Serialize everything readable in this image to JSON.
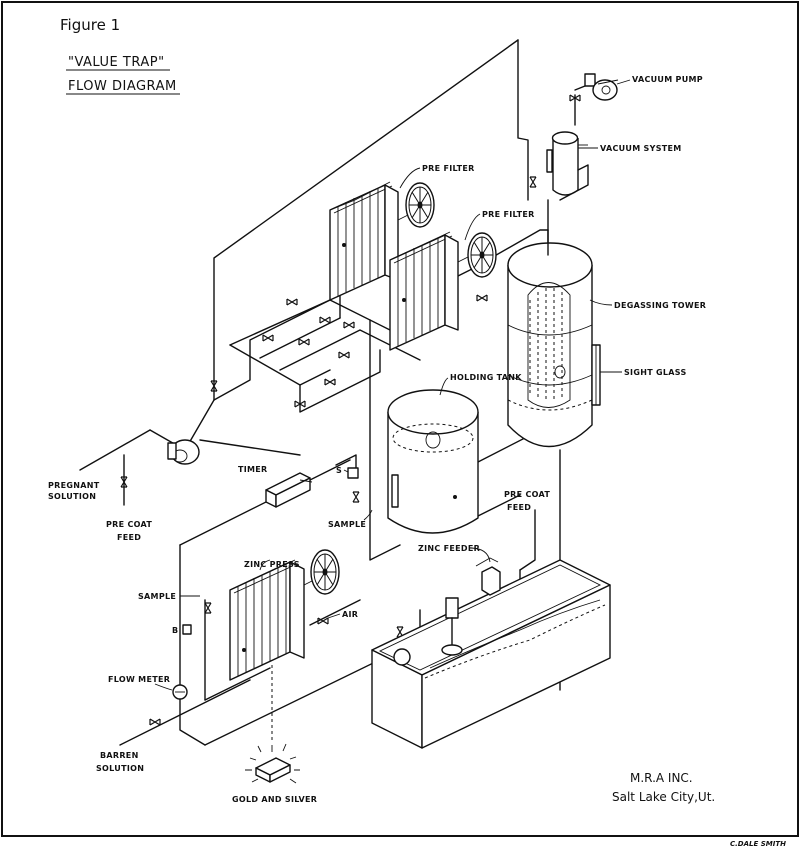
{
  "figure_label": "Figure 1",
  "title_line1": "\"VALUE TRAP\"",
  "title_line2": "FLOW DIAGRAM",
  "labels": {
    "vacuum_pump": "VACUUM PUMP",
    "vacuum_system": "VACUUM SYSTEM",
    "pre_filter_1": "PRE FILTER",
    "pre_filter_2": "PRE FILTER",
    "degassing_tower": "DEGASSING TOWER",
    "sight_glass": "SIGHT GLASS",
    "holding_tank": "HOLDING TANK",
    "pregnant_solution_l1": "PREGNANT",
    "pregnant_solution_l2": "SOLUTION",
    "pre_coat_feed_l1": "PRE COAT",
    "pre_coat_feed_l2": "FEED",
    "timer": "TIMER",
    "s_marker": "S",
    "sample_1": "SAMPLE",
    "pre_coat_feed_2_l1": "PRE COAT",
    "pre_coat_feed_2_l2": "FEED",
    "zinc_press": "ZINC PRESS",
    "zinc_feeder": "ZINC FEEDER",
    "sample_2": "SAMPLE",
    "b_marker": "B",
    "air": "AIR",
    "flow_meter": "FLOW METER",
    "barren_solution_l1": "BARREN",
    "barren_solution_l2": "SOLUTION",
    "gold_and_silver": "GOLD AND SILVER"
  },
  "company_name": "M.R.A INC.",
  "company_location": "Salt Lake City,Ut.",
  "artist_signature": "C.DALE SMITH"
}
